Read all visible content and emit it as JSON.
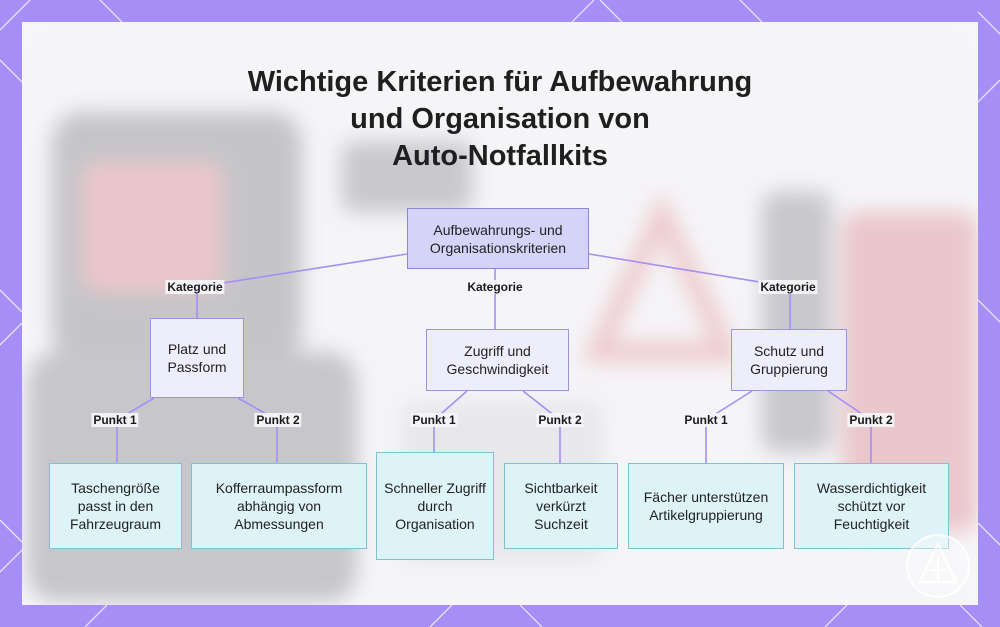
{
  "title": {
    "line1": "Wichtige Kriterien für Aufbewahrung",
    "line2": "und Organisation von",
    "line3": "Auto-Notfallkits"
  },
  "root": {
    "label": "Aufbewahrungs- und Organisationskriterien"
  },
  "categories": [
    {
      "label": "Platz und Passform",
      "edge_label": "Kategorie",
      "points": [
        {
          "label": "Taschengröße passt in den Fahrzeugraum",
          "edge_label": "Punkt 1"
        },
        {
          "label": "Kofferraumpassform abhängig von Abmessungen",
          "edge_label": "Punkt 2"
        }
      ]
    },
    {
      "label": "Zugriff und Geschwindigkeit",
      "edge_label": "Kategorie",
      "points": [
        {
          "label": "Schneller Zugriff durch Organisation",
          "edge_label": "Punkt 1"
        },
        {
          "label": "Sichtbarkeit verkürzt Suchzeit",
          "edge_label": "Punkt 2"
        }
      ]
    },
    {
      "label": "Schutz und Gruppierung",
      "edge_label": "Kategorie",
      "points": [
        {
          "label": "Fächer unterstützen Artikelgruppierung",
          "edge_label": "Punkt 1"
        },
        {
          "label": "Wasserdichtigkeit schützt vor Feuchtigkeit",
          "edge_label": "Punkt 2"
        }
      ]
    }
  ],
  "colors": {
    "frame": "#a58ef5",
    "root_fill": "#d6d3f8",
    "category_fill": "#eeedfc",
    "leaf_fill": "#def3f7",
    "connector": "#a58ef5"
  }
}
